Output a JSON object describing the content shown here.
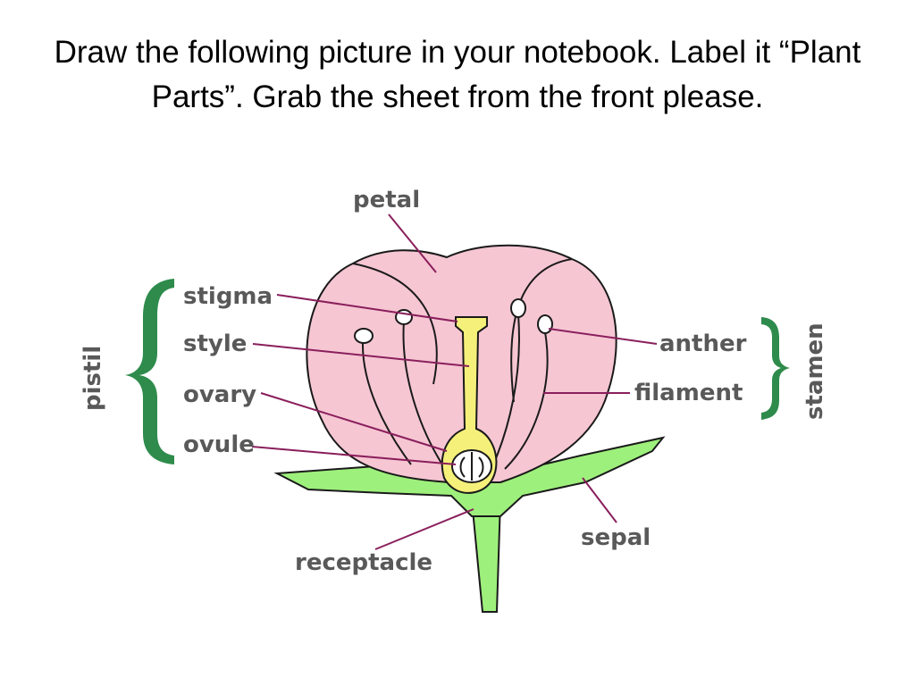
{
  "slide": {
    "title": "Draw the following picture in your notebook. Label it “Plant Parts”. Grab the sheet from the front please."
  },
  "diagram": {
    "labels": {
      "petal": "petal",
      "stigma": "stigma",
      "style": "style",
      "ovary": "ovary",
      "ovule": "ovule",
      "anther": "anther",
      "filament": "filament",
      "sepal": "sepal",
      "receptacle": "receptacle"
    },
    "groups": {
      "pistil": "pistil",
      "stamen": "stamen"
    },
    "colors": {
      "petal": "#f6c6d3",
      "pistil": "#f5f07a",
      "stem_sepal": "#9ef07c",
      "bracket": "#2e8b4c",
      "leader": "#8a1f5c",
      "label_text": "#595959"
    }
  }
}
